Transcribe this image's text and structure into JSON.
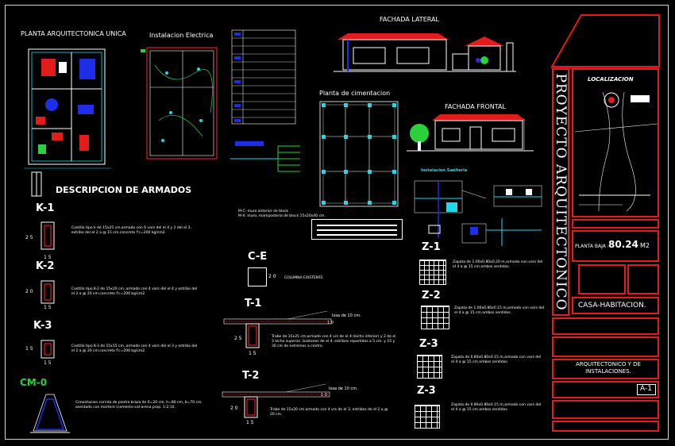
{
  "titles": {
    "floor_plan": "PLANTA ARQUITECTONICA UNICA",
    "electrical": "Instalacion Electrica",
    "side_facade": "FACHADA LATERAL",
    "foundation": "Planta de cimentacion",
    "front_facade": "FACHADA FRONTAL",
    "hydraulic": "Instalacion Sanitaria",
    "description": "DESCRIPCION DE ARMADOS"
  },
  "columns": [
    {
      "label": "K-1",
      "dim_w": "1 5",
      "dim_h": "2 5",
      "text": "Castillo tipo k de 15x25 cm.armado con 6 vars del el 4 y 2 del el 3, estribo del el 2 a @ 15 cm.concreto f'c=200 kg/cm2."
    },
    {
      "label": "K-2",
      "dim_w": "1 5",
      "dim_h": "2 0",
      "text": "Castillo tipo K-2 de 15x20 cm.,armado con 4 vars del el 4 y estribo del el 2 a @ 20 cm.concreto f'c=200 kg/cm2."
    },
    {
      "label": "K-3",
      "dim_w": "1 5",
      "dim_h": "1 5",
      "text": "Castillo tipo K-3 de 15x15 cm.,armado con 4 vars del el 3 y estribo del el 2 a @ 20 cm.concreto f'c=200 kg/cm2."
    }
  ],
  "cm0": {
    "label": "CM-0",
    "text": "Cimentacion corrida de piedra braza de 0=20 cm, h=80 cm, b=70 cm, asentado con mortero (cemento-cal-arena prop. 1:2:10."
  },
  "ce": {
    "label": "C-E",
    "dim": "2 0",
    "text": "COLUMNA EXISTENTE."
  },
  "beams": [
    {
      "label": "T-1",
      "dim_w": "1 5",
      "dim_h": "2 5",
      "span": "losa de 10 cm.",
      "dim_top": "1 0",
      "text": "Trabe de 15x25 cm.armado con 4 vrs de el 4 (lecho inferior) y 2 de el 3 lecho superior, bastones de el 4, estribos repartidos a 5 cm. y 15 y 30 cm de extremos a centro."
    },
    {
      "label": "T-2",
      "dim_w": "1 5",
      "dim_h": "2 0",
      "span": "losa de 10 cm.",
      "dim_top": "1 0",
      "text": "Trabe de 15x20 cm.armado con 4 vrs de el 3, estribos de el 2 a @ 20 cm."
    }
  ],
  "footings": [
    {
      "label": "Z-1",
      "text": "Zapata de 1.00x0.80x0.20 m,armado con vars del el 4 a @ 15 cm.ambos sentidos."
    },
    {
      "label": "Z-2",
      "text": "Zapata de 1.00x0.80x0.15 m,armado con vars del el 4 a @ 15 cm.ambos sentidos."
    },
    {
      "label": "Z-3",
      "text": "Zapata de 0.80x0.80x0.15 m,armado con vars del el 4 a @ 15 cm.ambos sentidos."
    },
    {
      "label": "Z-3",
      "text": "Zapata de 0.80x0.80x0.15 m,armado con vars del el 4 a @ 15 cm.ambos sentidos."
    }
  ],
  "notes": {
    "walls": "M-C: muro anterior de block\nM-4: muro, mampostería de block 15x20x40 cm."
  },
  "title_block": {
    "project": "PROYECTO ARQUITECTONICO",
    "location": "LOCALIZACION",
    "area_label": "PLANTA BAJA :",
    "area_value": "80.24",
    "area_unit": "M2",
    "type": "CASA-HABITACION.",
    "plan_name": "ARQUITECTONICO Y DE INSTALACIONES.",
    "sheet": "A-1"
  },
  "colors": {
    "accent_red": "#e21b1b",
    "cyan": "#24d6e8",
    "blue": "#1e2ee8",
    "green": "#2bd13a",
    "white": "#ffffff"
  }
}
